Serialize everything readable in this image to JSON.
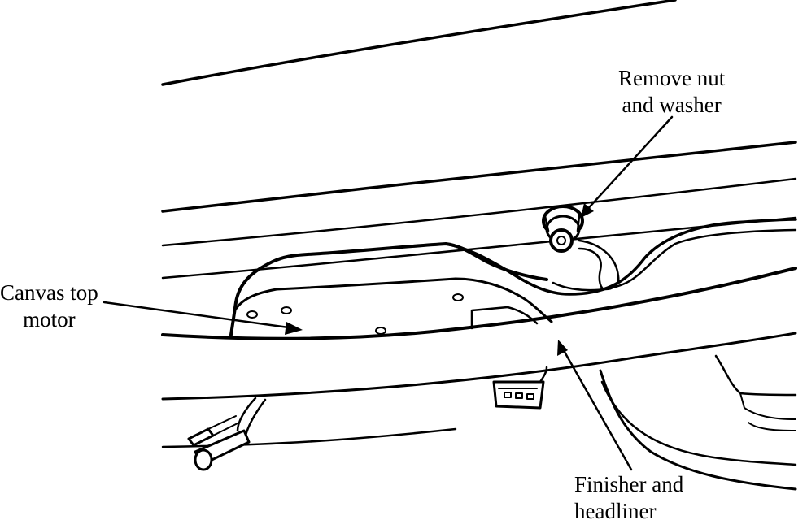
{
  "diagram": {
    "callouts": {
      "nut_washer": {
        "line1": "Remove nut",
        "line2": "and washer"
      },
      "canvas_motor": {
        "line1": "Canvas top",
        "line2": "motor"
      },
      "finisher": {
        "line1": "Finisher and",
        "line2": "headliner"
      }
    },
    "colors": {
      "ink": "#000000",
      "paper": "#ffffff"
    }
  }
}
